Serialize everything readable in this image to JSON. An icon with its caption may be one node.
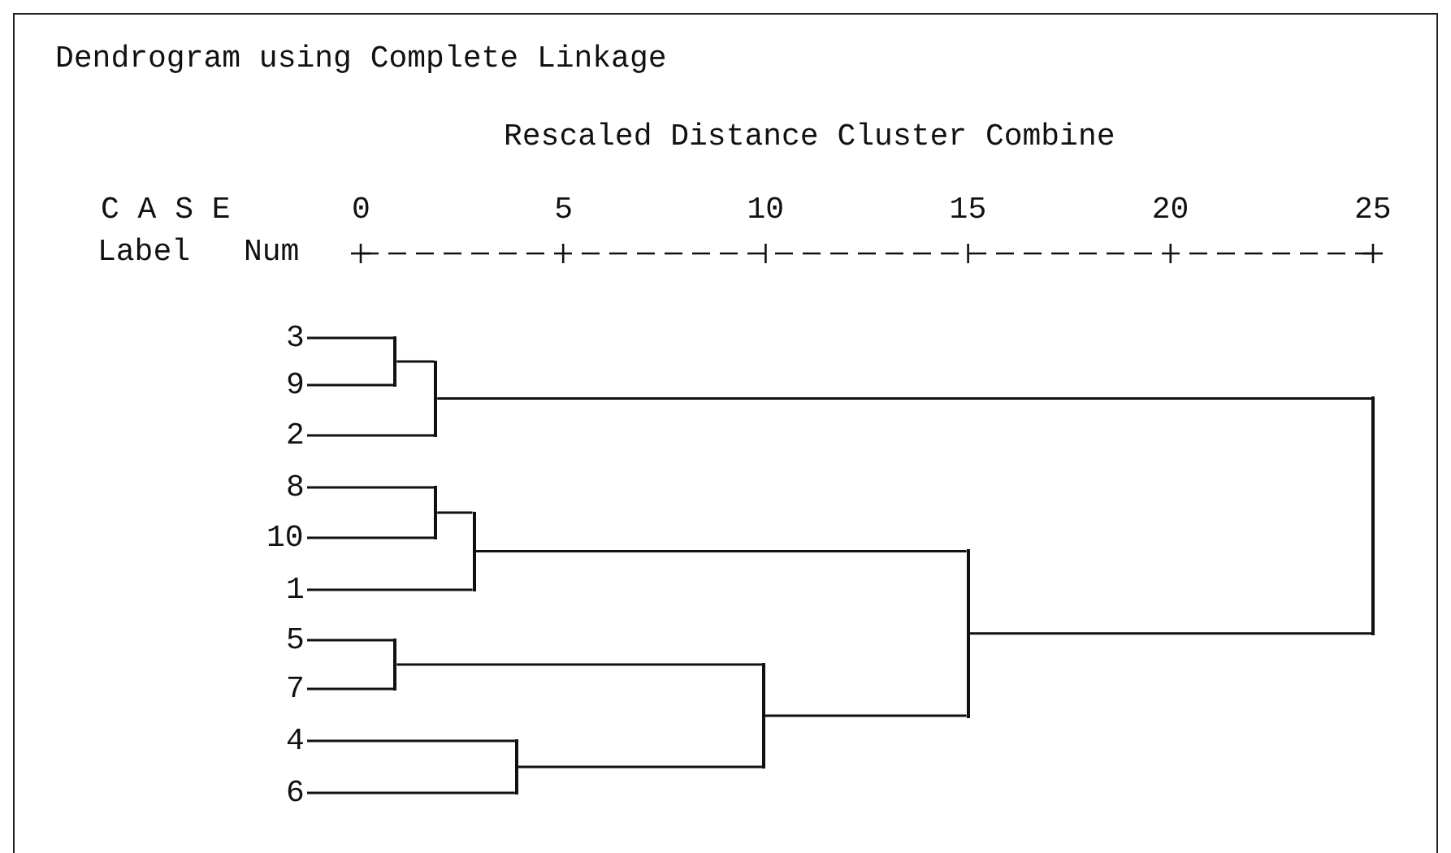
{
  "diagram": {
    "title": "Dendrogram using Complete Linkage",
    "nodes": [
      {
        "text": [
          "3"
        ]
      },
      {
        "text": [
          "9"
        ]
      },
      {
        "text": [
          "2"
        ]
      },
      {
        "text": [
          "8"
        ]
      },
      {
        "text": [
          "10"
        ]
      },
      {
        "text": [
          "1"
        ]
      },
      {
        "text": [
          "5"
        ]
      },
      {
        "text": [
          "7"
        ]
      },
      {
        "text": [
          "4"
        ]
      },
      {
        "text": [
          "6"
        ]
      },
      {
        "text": [],
        "shape": "bar"
      },
      {
        "text": [],
        "shape": "bar"
      },
      {
        "text": [],
        "shape": "bar"
      },
      {
        "text": [],
        "shape": "bar"
      },
      {
        "text": [],
        "shape": "bar"
      },
      {
        "text": [],
        "shape": "bar"
      },
      {
        "text": [],
        "shape": "bar"
      },
      {
        "text": [],
        "shape": "bar"
      },
      {
        "text": [],
        "shape": "bar"
      }
    ],
    "edges": [
      {
        "from": 0,
        "to": 10,
        "arrow": "none"
      },
      {
        "from": 1,
        "to": 10,
        "arrow": "none"
      },
      {
        "from": 10,
        "to": 11,
        "arrow": "none"
      },
      {
        "from": 2,
        "to": 11,
        "arrow": "none"
      },
      {
        "from": 3,
        "to": 12,
        "arrow": "none"
      },
      {
        "from": 4,
        "to": 12,
        "arrow": "none"
      },
      {
        "from": 12,
        "to": 13,
        "arrow": "none"
      },
      {
        "from": 5,
        "to": 13,
        "arrow": "none"
      },
      {
        "from": 6,
        "to": 14,
        "arrow": "none"
      },
      {
        "from": 7,
        "to": 14,
        "arrow": "none"
      },
      {
        "from": 8,
        "to": 15,
        "arrow": "none"
      },
      {
        "from": 9,
        "to": 15,
        "arrow": "none"
      },
      {
        "from": 14,
        "to": 16,
        "arrow": "none"
      },
      {
        "from": 15,
        "to": 16,
        "arrow": "none"
      },
      {
        "from": 13,
        "to": 17,
        "arrow": "none"
      },
      {
        "from": 16,
        "to": 17,
        "arrow": "none"
      },
      {
        "from": 11,
        "to": 18,
        "arrow": "none"
      },
      {
        "from": 17,
        "to": 18,
        "arrow": "none"
      }
    ],
    "labels": [
      "Rescaled Distance Cluster Combine",
      "C A S E",
      "0",
      "5",
      "10",
      "15",
      "20",
      "25",
      "Label",
      "Num"
    ]
  }
}
